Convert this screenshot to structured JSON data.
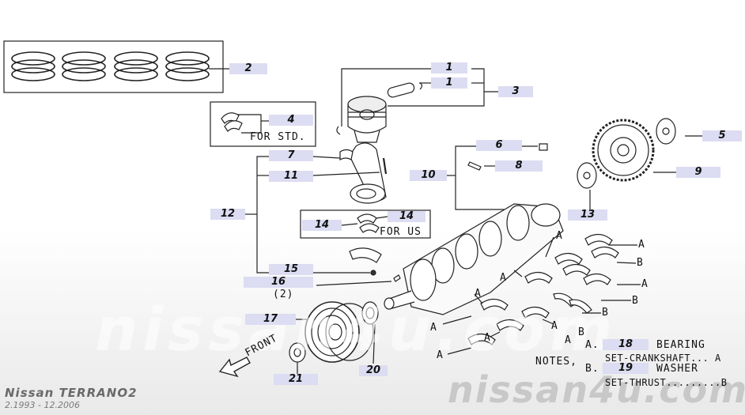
{
  "callouts": {
    "c2": "2",
    "c1a": "1",
    "c1b": "1",
    "c3": "3",
    "c4": "4",
    "c5": "5",
    "c6": "6",
    "c7": "7",
    "c8": "8",
    "c9": "9",
    "c10": "10",
    "c11": "11",
    "c12": "12",
    "c13": "13",
    "c14a": "14",
    "c14b": "14",
    "c15": "15",
    "c16": "16",
    "c17": "17",
    "c18": "18",
    "c19": "19",
    "c20": "20",
    "c21": "21"
  },
  "labels": {
    "for_std": "FOR STD.",
    "for_us": "FOR US",
    "qty_16": "(2)",
    "front": "FRONT",
    "notes": "NOTES,",
    "note_a_key": "A.",
    "note_b_key": "B.",
    "bearing": "BEARING",
    "set_crankshaft": "SET-CRANKSHAFT... A",
    "washer": "WASHER",
    "set_thrust": "SET-THRUST.........B"
  },
  "bearing_marks": [
    "A",
    "B",
    "A",
    "B",
    "A",
    "B",
    "A",
    "B",
    "A",
    "A",
    "A",
    "A"
  ],
  "watermark": {
    "center": "nissan4u.com",
    "corner": "nissan4u.com"
  },
  "footer": {
    "model": "Nissan TERRANO2",
    "years": "2.1993 - 12.2006"
  }
}
